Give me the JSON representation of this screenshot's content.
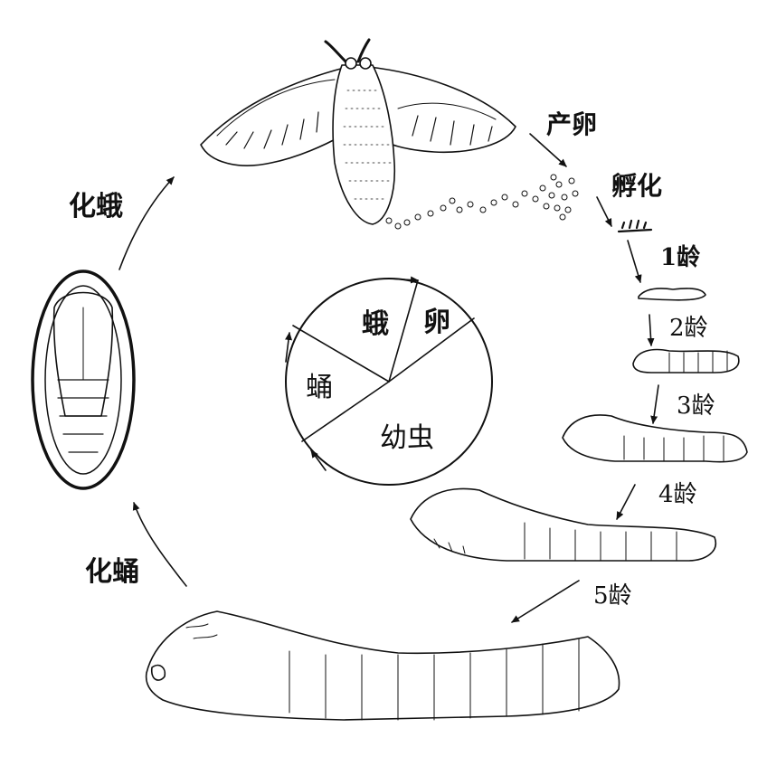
{
  "stages": {
    "lay_eggs": "产卵",
    "hatch": "孵化",
    "instar_1": "1龄",
    "instar_2": "2龄",
    "instar_3": "3龄",
    "instar_4": "4龄",
    "instar_5": "5龄",
    "pupate": "化蛹",
    "emerge": "化蛾"
  },
  "pie": {
    "moth": "蛾",
    "egg": "卵",
    "pupa": "蛹",
    "larva": "幼虫"
  }
}
